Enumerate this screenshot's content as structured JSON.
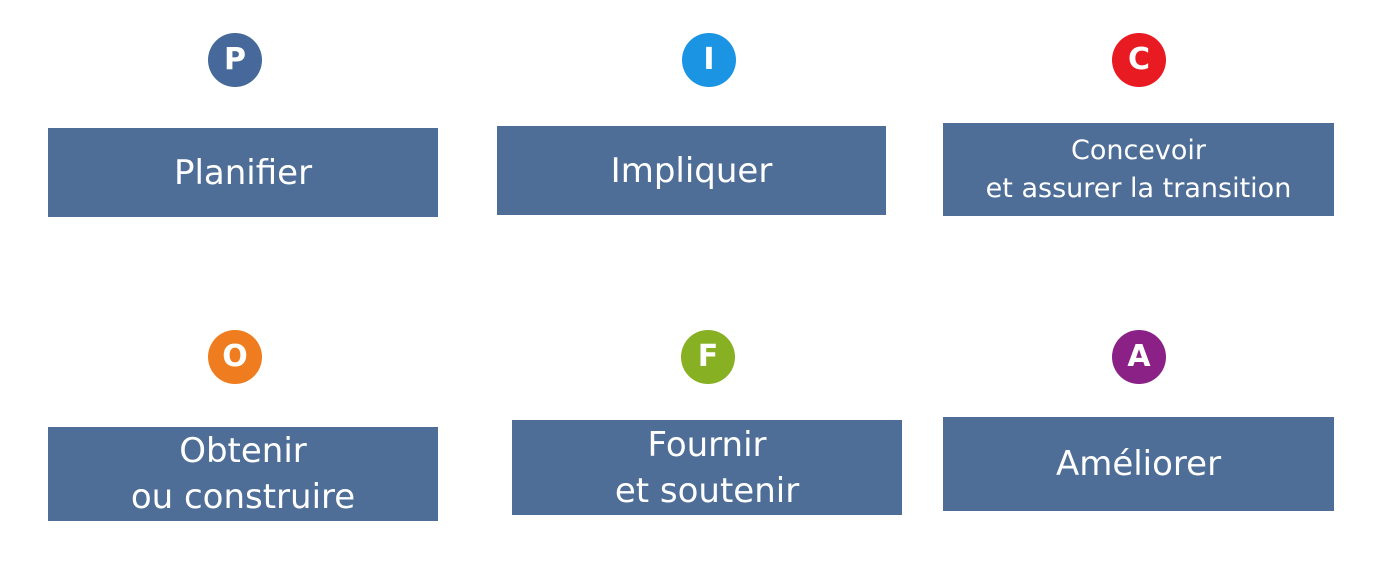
{
  "steps": [
    {
      "letter": "P",
      "color": "#46689a",
      "lines": [
        "Planifier"
      ]
    },
    {
      "letter": "I",
      "color": "#1a94e3",
      "lines": [
        "Impliquer"
      ]
    },
    {
      "letter": "C",
      "color": "#e81b22",
      "lines": [
        "Concevoir",
        "et assurer la transition"
      ]
    },
    {
      "letter": "O",
      "color": "#ef7d1f",
      "lines": [
        "Obtenir",
        "ou construire"
      ]
    },
    {
      "letter": "F",
      "color": "#87b023",
      "lines": [
        "Fournir",
        "et soutenir"
      ]
    },
    {
      "letter": "A",
      "color": "#8b2187",
      "lines": [
        "Améliorer"
      ]
    }
  ],
  "box_color": "#4e6e98"
}
